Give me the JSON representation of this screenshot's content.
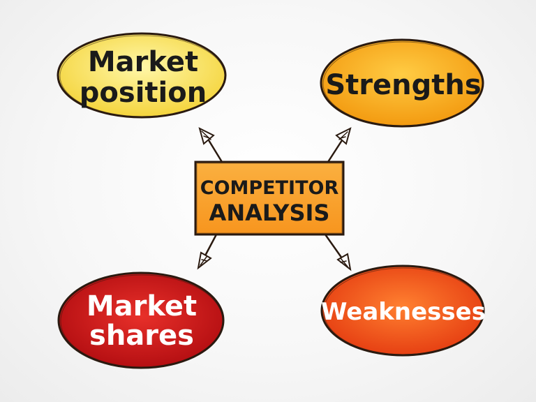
{
  "center": {
    "line1": "COMPETITOR",
    "line2": "ANALYSIS",
    "fill": "#f9a030",
    "stroke": "#2a1a10"
  },
  "nodes": [
    {
      "id": "market-position",
      "line1": "Market",
      "line2": "position",
      "fill_inner": "#fff59a",
      "fill_outer": "#f6d640",
      "text_color": "#1a1a1a"
    },
    {
      "id": "strengths",
      "line1": "Strengths",
      "line2": "",
      "fill_inner": "#ffc640",
      "fill_outer": "#f39a10",
      "text_color": "#1a1a1a"
    },
    {
      "id": "market-shares",
      "line1": "Market",
      "line2": "shares",
      "fill_inner": "#e8302a",
      "fill_outer": "#b80e10",
      "text_color": "#ffffff"
    },
    {
      "id": "weaknesses",
      "line1": "Weaknesses",
      "line2": "",
      "fill_inner": "#ff7a30",
      "fill_outer": "#e63c10",
      "text_color": "#ffffff"
    }
  ],
  "colors": {
    "outline": "#2a1a10",
    "arrow": "#2a1a10"
  }
}
